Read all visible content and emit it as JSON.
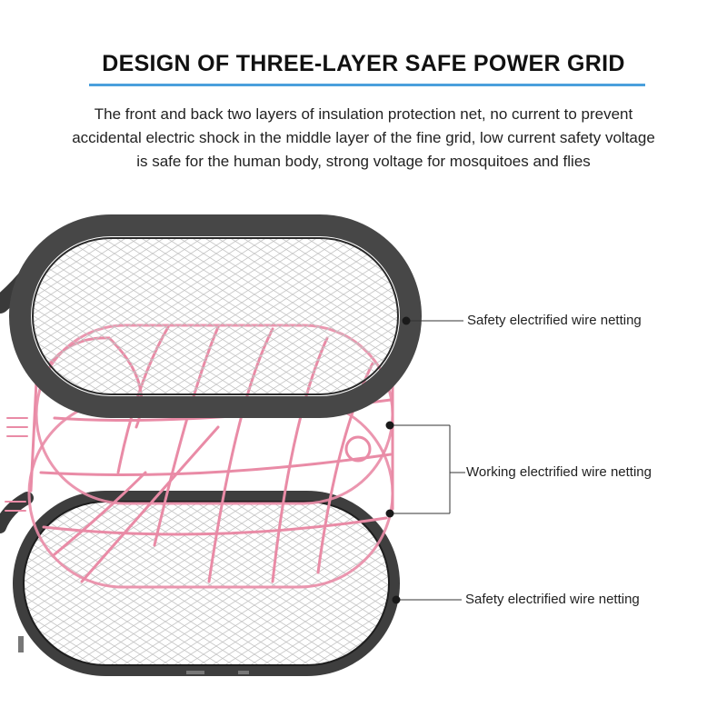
{
  "header": {
    "title": "DESIGN OF THREE-LAYER SAFE POWER GRID",
    "accent_color": "#4a9fdc"
  },
  "description": {
    "lines": [
      "The front and back two layers of insulation protection net, no current to prevent",
      "accidental electric shock in the middle layer of the fine grid, low current safety voltage",
      "is safe for the human body, strong voltage for mosquitoes and flies"
    ]
  },
  "callouts": {
    "top": "Safety electrified wire netting",
    "middle": "Working electrified wire netting",
    "bottom": "Safety electrified wire netting"
  },
  "colors": {
    "frame": "#454545",
    "pink_layer": "#e98ba6",
    "mesh": "#bdbdbd"
  }
}
